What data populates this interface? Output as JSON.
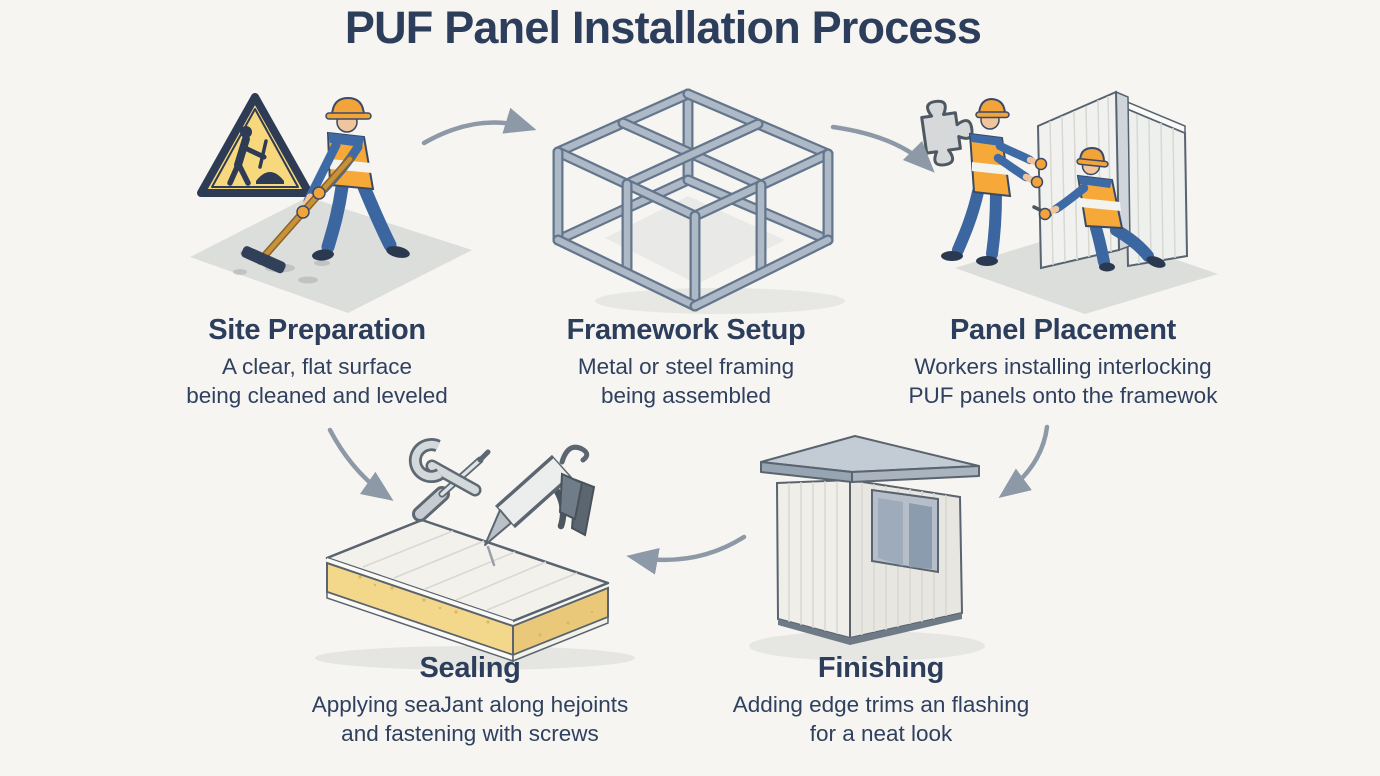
{
  "title": "PUF Panel Installation Process",
  "steps": [
    {
      "name": "Site Preparation",
      "caption1": "A clear, flat surface",
      "caption2": "being cleaned and leveled"
    },
    {
      "name": "Framework Setup",
      "caption1": "Metal or steel framing",
      "caption2": "being assembled"
    },
    {
      "name": "Panel Placement",
      "caption1": "Workers installing interlocking",
      "caption2": "PUF panels onto the framewok"
    },
    {
      "name": "Sealing",
      "caption1": "Applying seaJant along hejoints",
      "caption2": "and fastening with screws"
    },
    {
      "name": "Finishing",
      "caption1": "Adding edge trims an flashing",
      "caption2": "for a neat look"
    }
  ],
  "icons": {
    "warning-sign-icon": "men-at-work warning triangle",
    "puzzle-icon": "jigsaw puzzle piece (interlocking)",
    "wrench-screwdriver-icon": "crossed wrench and screwdriver tools",
    "caulking-gun-icon": "sealant caulking gun",
    "flow-arrow": "gray curved process arrow"
  },
  "colors": {
    "background": "#f6f5f2",
    "text_navy": "#2d3e5c",
    "safety_orange": "#f2a33a",
    "worker_blue": "#3e6ba5",
    "steel_gray": "#aeb9c8",
    "panel_yellow": "#f3d88c",
    "sign_yellow": "#f8d87d",
    "arrow_gray": "#8d99a6",
    "ground_gray": "#dcdedb"
  }
}
